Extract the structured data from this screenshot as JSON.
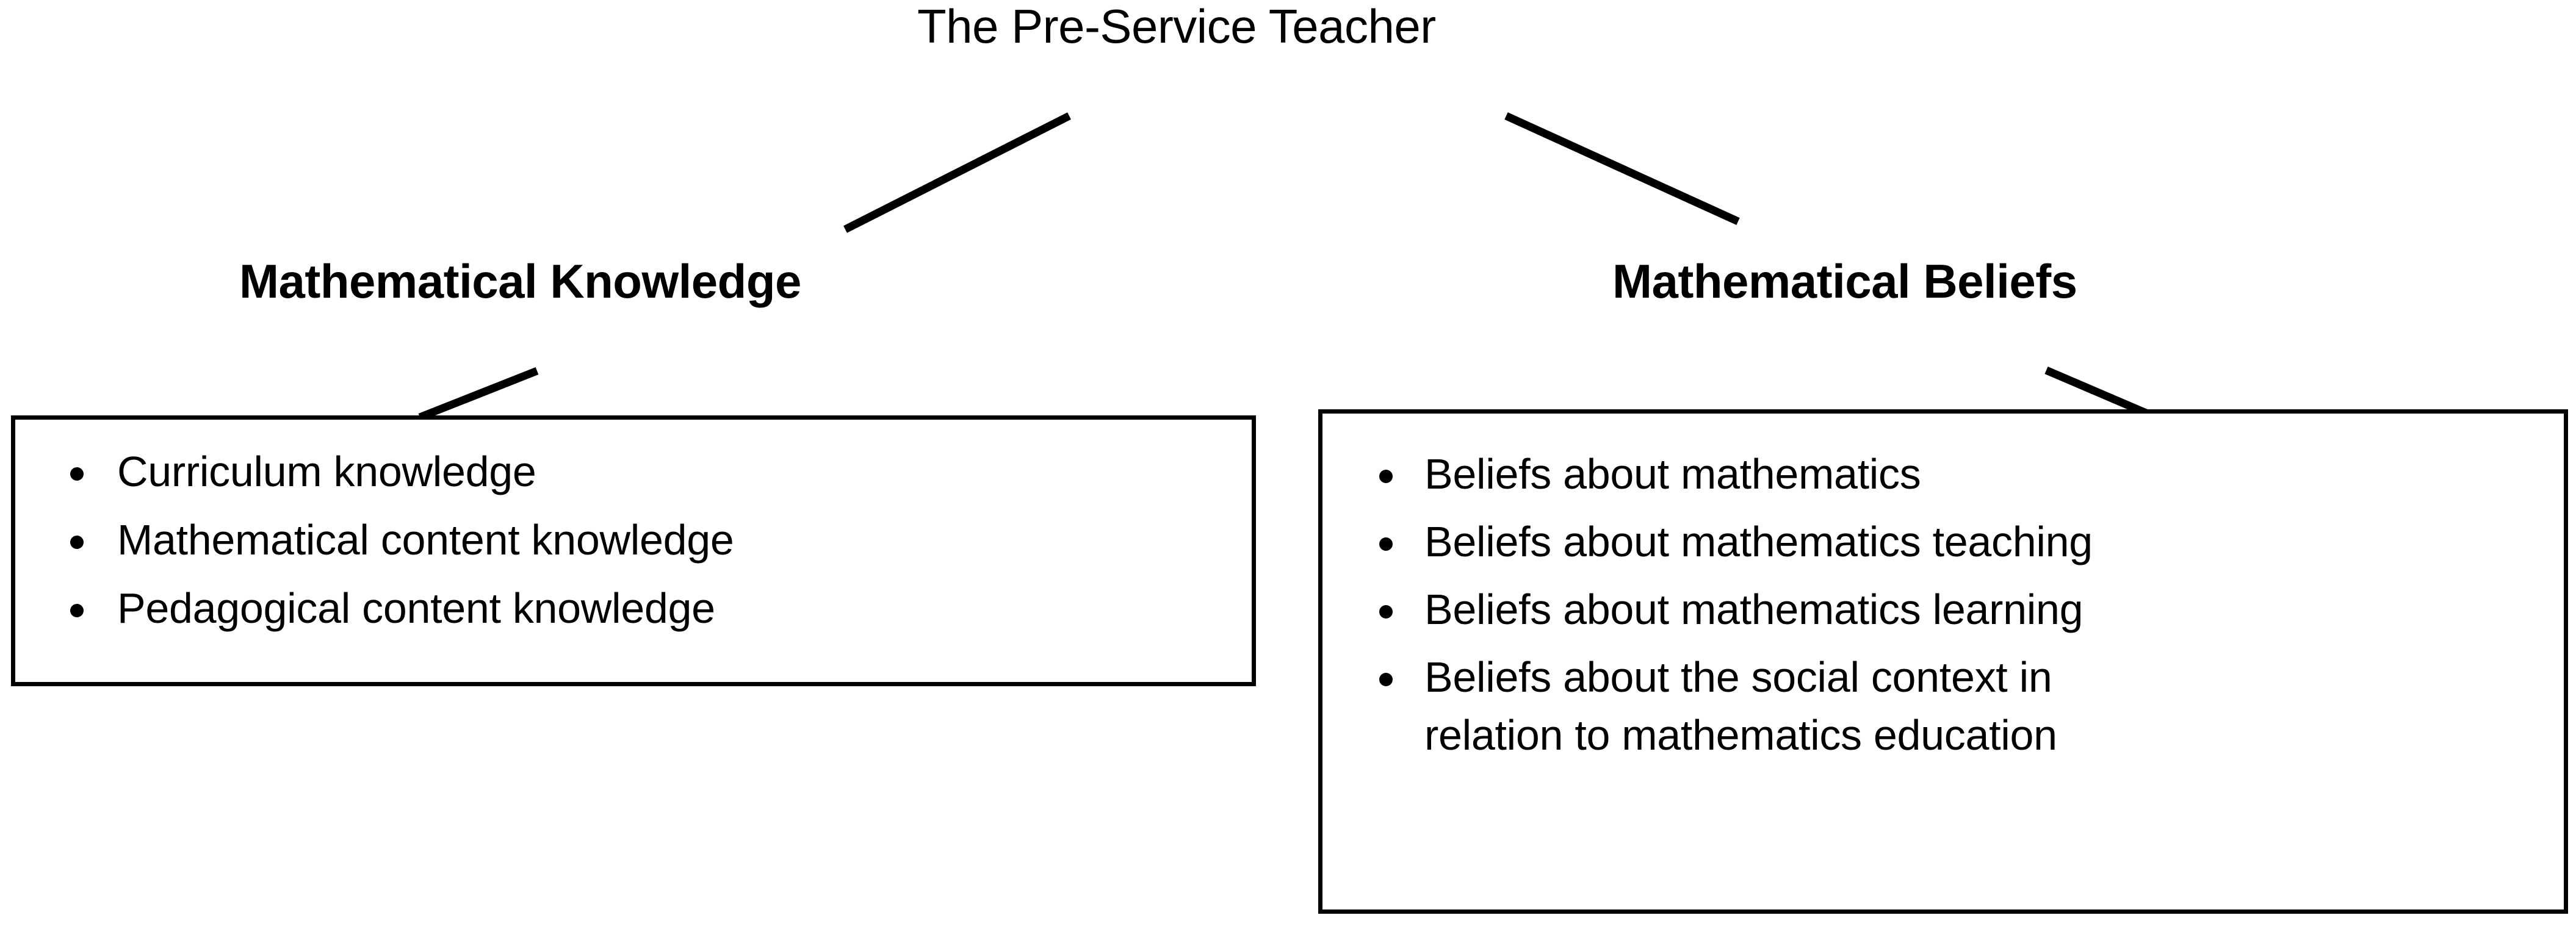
{
  "diagram": {
    "title": "The Pre-Service Teacher",
    "branches": [
      {
        "id": "mathematical-knowledge",
        "heading": "Mathematical Knowledge",
        "items": [
          "Curriculum knowledge",
          "Mathematical content knowledge",
          "Pedagogical content knowledge"
        ]
      },
      {
        "id": "mathematical-beliefs",
        "heading": "Mathematical Beliefs",
        "items": [
          "Beliefs about mathematics",
          "Beliefs about mathematics teaching",
          "Beliefs about mathematics learning",
          "Beliefs about the social context in\nrelation to mathematics education"
        ]
      }
    ],
    "colors": {
      "line": "#000000",
      "text": "#000000",
      "background": "#ffffff",
      "box_border": "#000000"
    }
  }
}
